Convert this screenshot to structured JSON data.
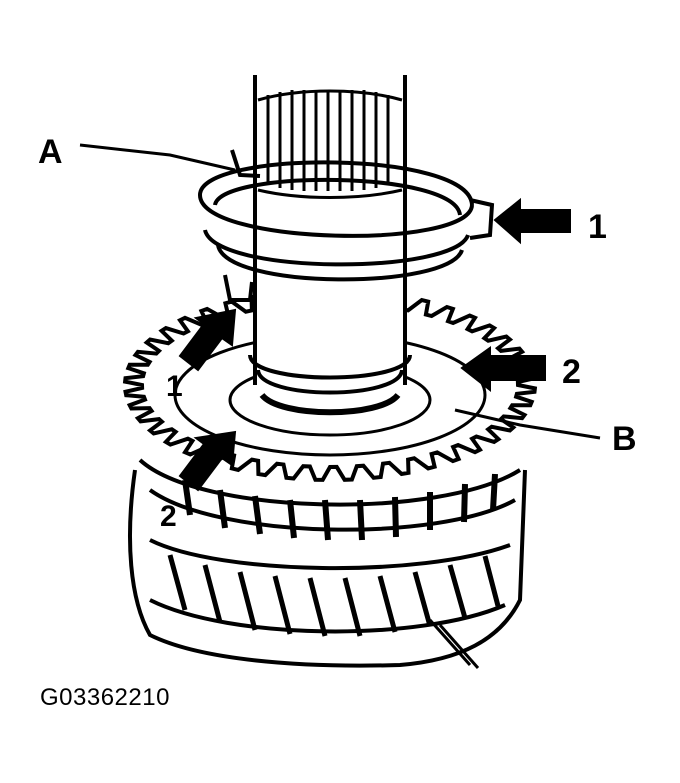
{
  "labels": {
    "part_a": "A",
    "part_b": "B",
    "arrow_1_right": "1",
    "arrow_2_right": "2",
    "arrow_1_left": "1",
    "arrow_2_left": "2"
  },
  "figure_code": "G03362210",
  "colors": {
    "ink": "#000000",
    "paper": "#ffffff"
  }
}
